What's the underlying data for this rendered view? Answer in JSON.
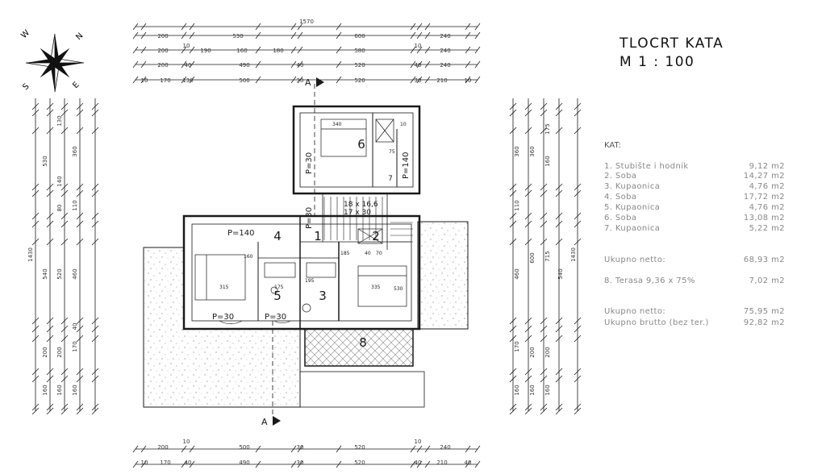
{
  "title": {
    "line1": "TLOCRT KATA",
    "line2": "M 1 : 100"
  },
  "compass": {
    "icon": "compass-rose-icon",
    "n": "N",
    "e": "E",
    "s": "S",
    "w": "W"
  },
  "top_dims": {
    "total": "1570",
    "row1": [
      "200",
      "530",
      "600",
      "240"
    ],
    "row2": [
      "200",
      "10",
      "190",
      "160",
      "180",
      "580",
      "10",
      "240"
    ],
    "row3": [
      "200",
      "40",
      "490",
      "40",
      "520",
      "40",
      "240"
    ],
    "row4": [
      "10",
      "170",
      "130",
      "500",
      "30",
      "520",
      "30",
      "210",
      "10"
    ]
  },
  "bottom_dims": {
    "row1": [
      "200",
      "10",
      "500",
      "30",
      "520",
      "10",
      "240"
    ],
    "row2": [
      "10",
      "170",
      "40",
      "490",
      "30",
      "520",
      "40",
      "210",
      "40"
    ]
  },
  "left_dims": {
    "total": "1430",
    "col1": [
      "530",
      "540",
      "200",
      "160"
    ],
    "col2": [
      "130",
      "140",
      "80",
      "520",
      "200",
      "160"
    ],
    "col3": [
      "360",
      "110",
      "460",
      "40",
      "170",
      "160"
    ]
  },
  "right_dims": {
    "total": "1430",
    "col1": [
      "360",
      "110",
      "460",
      "170",
      "160"
    ],
    "col2": [
      "360",
      "600",
      "200",
      "160"
    ],
    "col3": [
      "175",
      "160",
      "715",
      "540",
      "200",
      "160"
    ]
  },
  "section_marks": [
    "A",
    "A"
  ],
  "plan_labels": {
    "rooms": [
      "1",
      "2",
      "3",
      "4",
      "5",
      "6",
      "7",
      "8"
    ],
    "p140_a": "P=140",
    "p140_b": "P=140",
    "p30_a": "P=30",
    "p30_b": "P=30",
    "p30_c": "P=30",
    "p30_d": "P=30",
    "stair_1": "18 x 16,6",
    "stair_2": "17 x 30",
    "d340": "340",
    "d315": "315",
    "d335": "335",
    "d175": "175",
    "d195": "195",
    "d160": "160",
    "d185": "185",
    "d40": "40",
    "d70": "70",
    "d75": "75",
    "d530": "530",
    "d10": "10"
  },
  "legend": {
    "heading": "KAT:",
    "rooms": [
      {
        "label": "1. Stubište i hodnik",
        "value": "9,12 m2"
      },
      {
        "label": "2. Soba",
        "value": "14,27 m2"
      },
      {
        "label": "3. Kupaonica",
        "value": "4,76 m2"
      },
      {
        "label": "4. Soba",
        "value": "17,72 m2"
      },
      {
        "label": "5. Kupaonica",
        "value": "4,76 m2"
      },
      {
        "label": "6. Soba",
        "value": "13,08 m2"
      },
      {
        "label": "7. Kupaonica",
        "value": "5,22 m2"
      }
    ],
    "net1": {
      "label": "Ukupno netto:",
      "value": "68,93 m2"
    },
    "terrace": {
      "label": "8. Terasa  9,36 x 75%",
      "value": "7,02 m2"
    },
    "net2": {
      "label": "Ukupno netto:",
      "value": "75,95 m2"
    },
    "gross": {
      "label": "Ukupno brutto (bez ter.)",
      "value": "92,82 m2"
    }
  },
  "colors": {
    "line": "#1a1a1a",
    "hatch": "#9a9a9a",
    "legend_text": "#888888"
  }
}
